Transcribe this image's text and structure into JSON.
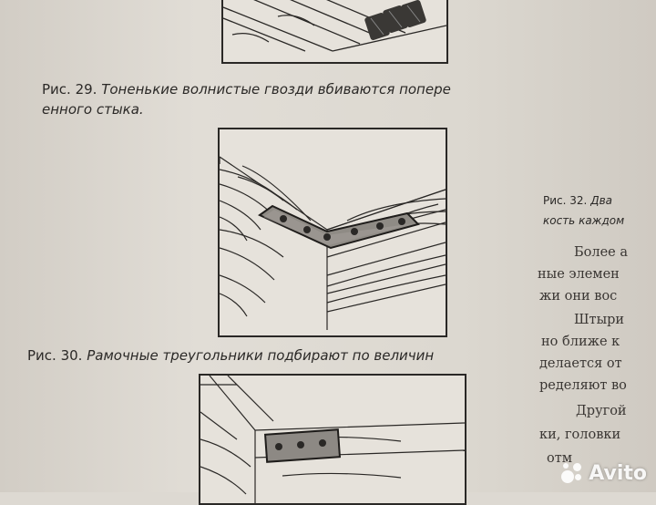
{
  "figure29": {
    "caption_num": "Рис. 29.",
    "caption_text": "Тоненькие волнистые гвозди вбиваются попере",
    "caption_line2": "енного стыка."
  },
  "figure30": {
    "caption_num": "Рис. 30.",
    "caption_text": "Рамочные треугольники подбирают по величин"
  },
  "figure32": {
    "caption_num": "Рис. 32.",
    "caption_text": "Два",
    "caption_line2": "кость каждом"
  },
  "right_column": {
    "lines": [
      "Более а",
      "ные элемен",
      "жи они вос",
      "Штыри",
      "но ближе к",
      "делается от",
      "ределяют во",
      "Другой",
      "ки, головки",
      "отм"
    ]
  },
  "watermark": {
    "text": "Avito",
    "icon": "avito-dots-icon"
  }
}
